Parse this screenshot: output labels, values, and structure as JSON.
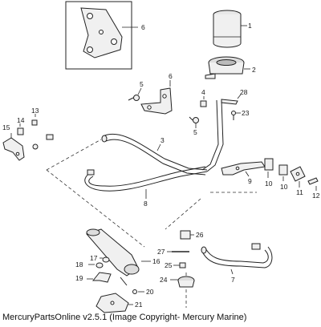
{
  "callouts": [
    {
      "id": "c1",
      "label": "1"
    },
    {
      "id": "c2",
      "label": "2"
    },
    {
      "id": "c3",
      "label": "3"
    },
    {
      "id": "c4",
      "label": "4"
    },
    {
      "id": "c5a",
      "label": "5"
    },
    {
      "id": "c5b",
      "label": "5"
    },
    {
      "id": "c6a",
      "label": "6"
    },
    {
      "id": "c6b",
      "label": "6"
    },
    {
      "id": "c7",
      "label": "7"
    },
    {
      "id": "c8",
      "label": "8"
    },
    {
      "id": "c9",
      "label": "9"
    },
    {
      "id": "c10a",
      "label": "10"
    },
    {
      "id": "c10b",
      "label": "10"
    },
    {
      "id": "c11",
      "label": "11"
    },
    {
      "id": "c12",
      "label": "12"
    },
    {
      "id": "c13",
      "label": "13"
    },
    {
      "id": "c14",
      "label": "14"
    },
    {
      "id": "c15",
      "label": "15"
    },
    {
      "id": "c16",
      "label": "16"
    },
    {
      "id": "c17",
      "label": "17"
    },
    {
      "id": "c18",
      "label": "18"
    },
    {
      "id": "c19",
      "label": "19"
    },
    {
      "id": "c20",
      "label": "20"
    },
    {
      "id": "c21",
      "label": "21"
    },
    {
      "id": "c23",
      "label": "23"
    },
    {
      "id": "c24",
      "label": "24"
    },
    {
      "id": "c25",
      "label": "25"
    },
    {
      "id": "c26",
      "label": "26"
    },
    {
      "id": "c27",
      "label": "27"
    },
    {
      "id": "c28",
      "label": "28"
    }
  ],
  "footer": "MercuryPartsOnline v2.5.1 (Image Copyright- Mercury Marine)"
}
